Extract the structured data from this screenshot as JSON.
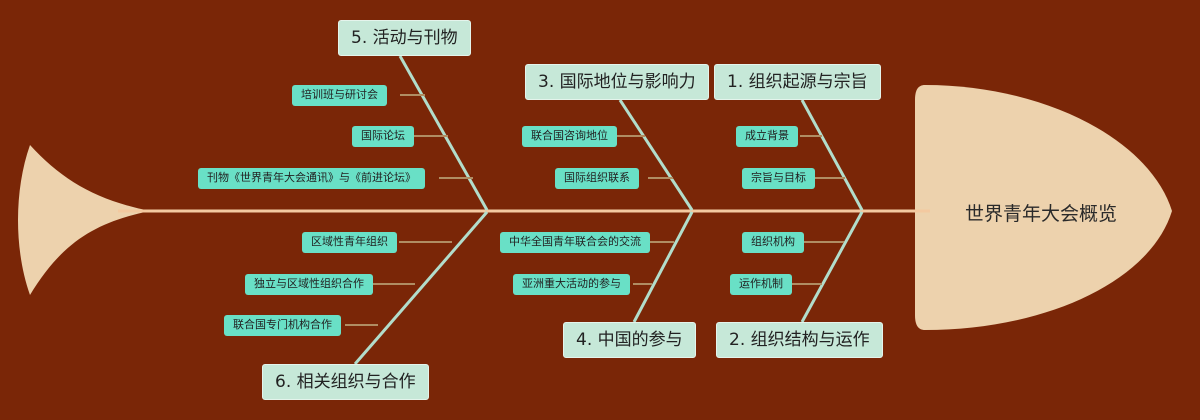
{
  "diagram": {
    "type": "fishbone",
    "title": "世界青年大会概览",
    "colors": {
      "background": "#7a2607",
      "head_fill": "#edd2ad",
      "tail_fill": "#edd2ad",
      "spine": "#f3c9a0",
      "bone": "#b2ddcb",
      "category_fill": "#c6e8d8",
      "sub_fill": "#69e0c6",
      "text": "#222222"
    },
    "head": {
      "label": "世界青年大会概览"
    },
    "categories": [
      {
        "id": "cat5",
        "label": "5. 活动与刊物",
        "side": "top",
        "items": [
          {
            "label": "培训班与研讨会"
          },
          {
            "label": "国际论坛"
          },
          {
            "label": "刊物《世界青年大会通讯》与《前进论坛》"
          }
        ]
      },
      {
        "id": "cat3",
        "label": "3. 国际地位与影响力",
        "side": "top",
        "items": [
          {
            "label": "联合国咨询地位"
          },
          {
            "label": "国际组织联系"
          }
        ]
      },
      {
        "id": "cat1",
        "label": "1. 组织起源与宗旨",
        "side": "top",
        "items": [
          {
            "label": "成立背景"
          },
          {
            "label": "宗旨与目标"
          }
        ]
      },
      {
        "id": "cat6",
        "label": "6. 相关组织与合作",
        "side": "bottom",
        "items": [
          {
            "label": "区域性青年组织"
          },
          {
            "label": "独立与区域性组织合作"
          },
          {
            "label": "联合国专门机构合作"
          }
        ]
      },
      {
        "id": "cat4",
        "label": "4. 中国的参与",
        "side": "bottom",
        "items": [
          {
            "label": "中华全国青年联合会的交流"
          },
          {
            "label": "亚洲重大活动的参与"
          }
        ]
      },
      {
        "id": "cat2",
        "label": "2. 组织结构与运作",
        "side": "bottom",
        "items": [
          {
            "label": "组织机构"
          },
          {
            "label": "运作机制"
          }
        ]
      }
    ]
  }
}
